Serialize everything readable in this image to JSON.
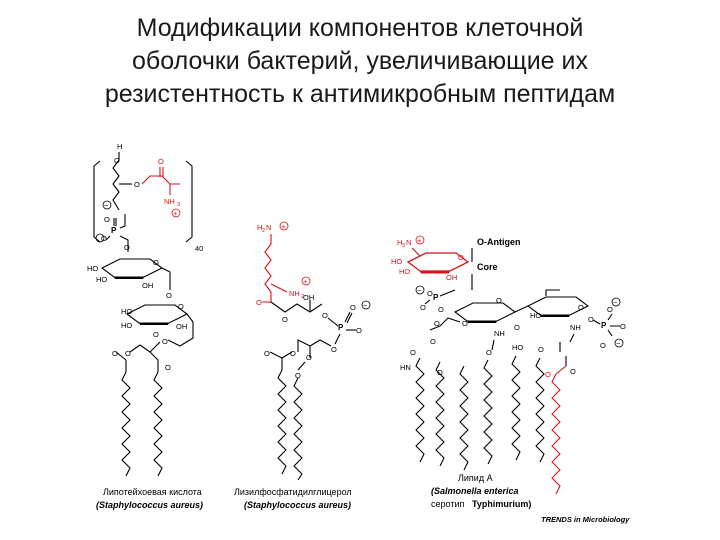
{
  "title": {
    "lines": [
      "Модификации компонентов клеточной",
      "оболочки бактерий, увеличивающие их",
      "резистентность к антимикробным пептидам"
    ]
  },
  "colors": {
    "highlight": "#d6131b",
    "structure": "#000000"
  },
  "panels": {
    "lta": {
      "name": "Липотейхоевая кислота",
      "organism": "(Staphylococcus aureus)",
      "repeat_count": "40"
    },
    "lpg": {
      "name": "Лизилфосфатидилглицерол",
      "organism": "(Staphylococcus aureus)"
    },
    "lipid_a": {
      "name": "Липид А",
      "organism": "(Salmonella enterica",
      "serovar_label": "серотип",
      "serovar": "Typhimurium)",
      "o_antigen": "O-Antigen",
      "core": "Core"
    }
  },
  "atoms": {
    "h": "H",
    "o": "O",
    "p": "P",
    "ho": "HO",
    "oh": "OH",
    "nh": "NH",
    "nh2": "NH",
    "nh3": "NH",
    "h2n": "H",
    "h3n": "H",
    "sub2": "2",
    "sub3": "3",
    "n": "N",
    "hn_o": "HN",
    "minus": "−",
    "plus": "+"
  },
  "source": "TRENDS in Microbiology"
}
